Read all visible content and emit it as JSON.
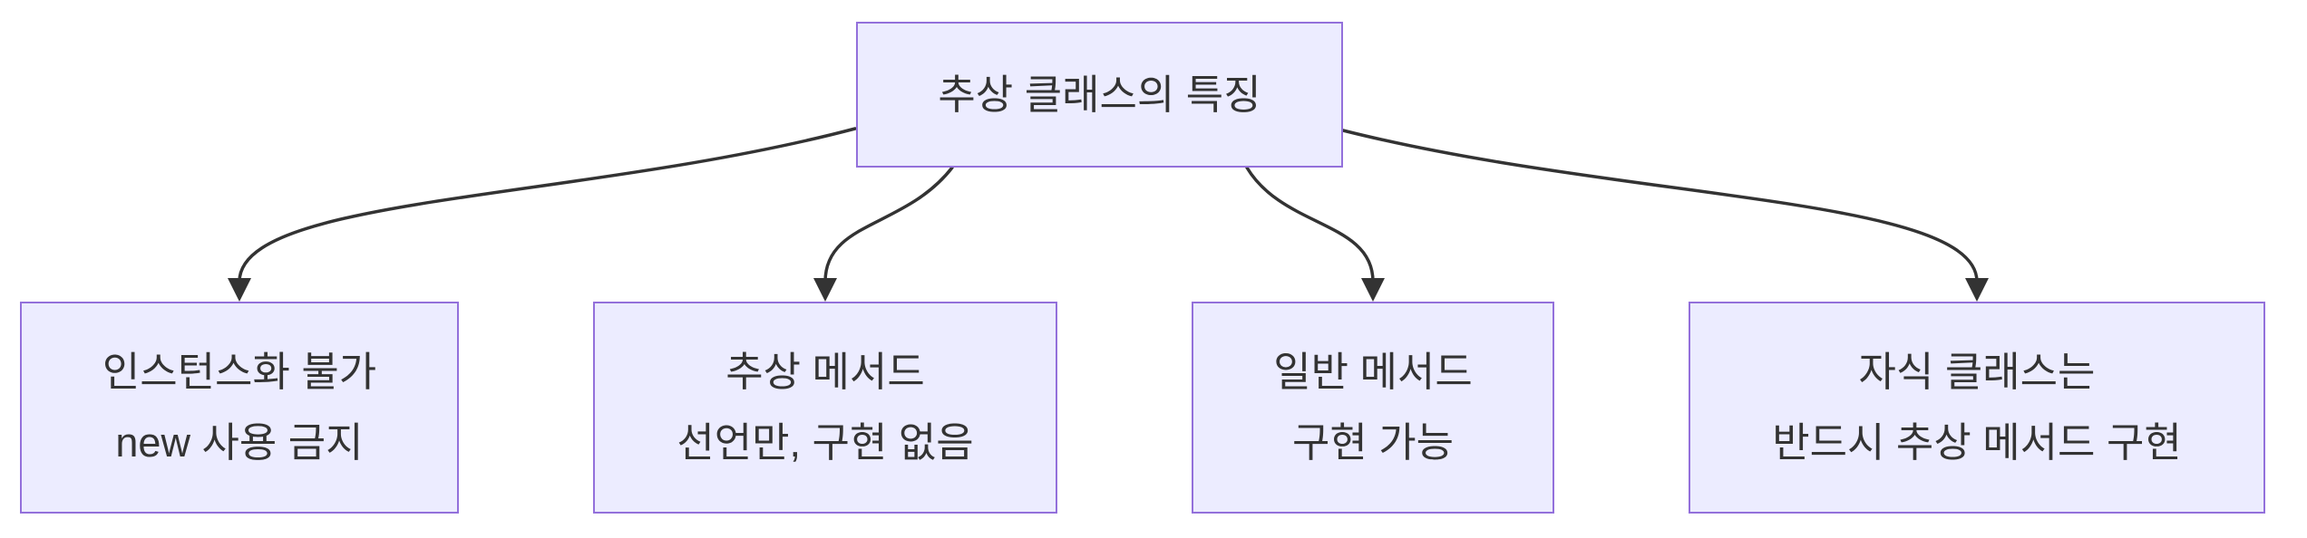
{
  "diagram": {
    "type": "flowchart-top-down",
    "nodes": {
      "root": {
        "lines": [
          "추상 클래스의 특징"
        ]
      },
      "c1": {
        "lines": [
          "인스턴스화 불가",
          "new 사용 금지"
        ]
      },
      "c2": {
        "lines": [
          "추상 메서드",
          "선언만, 구현 없음"
        ]
      },
      "c3": {
        "lines": [
          "일반 메서드",
          "구현 가능"
        ]
      },
      "c4": {
        "lines": [
          "자식 클래스는",
          "반드시 추상 메서드 구현"
        ]
      }
    },
    "edges": [
      {
        "from": "root",
        "to": "c1",
        "arrow": "down"
      },
      {
        "from": "root",
        "to": "c2",
        "arrow": "down"
      },
      {
        "from": "root",
        "to": "c3",
        "arrow": "down"
      },
      {
        "from": "root",
        "to": "c4",
        "arrow": "down"
      }
    ],
    "colors": {
      "node_fill": "#ECECFF",
      "node_border": "#9370DB",
      "edge": "#333333",
      "text": "#333333",
      "background": "#FFFFFF"
    }
  }
}
